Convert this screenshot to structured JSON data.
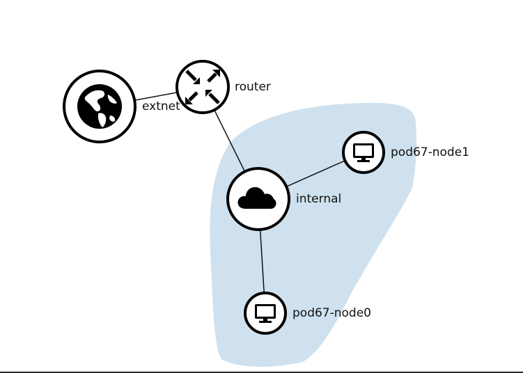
{
  "colors": {
    "network_zone": "#cfe1ee",
    "stroke": "#000000",
    "icon": "#000000"
  },
  "nodes": {
    "extnet": {
      "label": "extnet",
      "icon": "globe-icon"
    },
    "router": {
      "label": "router",
      "icon": "router-arrows-icon"
    },
    "internal": {
      "label": "internal",
      "icon": "cloud-icon"
    },
    "node1": {
      "label": "pod67-node1",
      "icon": "monitor-icon"
    },
    "node0": {
      "label": "pod67-node0",
      "icon": "monitor-icon"
    }
  },
  "links": [
    {
      "from": "extnet",
      "to": "router"
    },
    {
      "from": "router",
      "to": "internal"
    },
    {
      "from": "internal",
      "to": "node1"
    },
    {
      "from": "internal",
      "to": "node0"
    }
  ]
}
